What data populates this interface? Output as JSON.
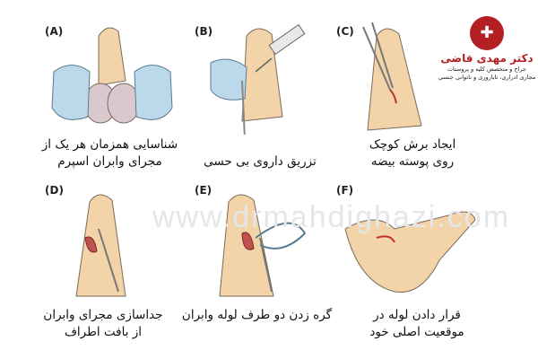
{
  "watermark": "www.drmahdighazi.com",
  "logo": {
    "name": "دکتر مهدی قاضی",
    "line1": "جراح و متخصص کلیه و پروستات",
    "line2": "مجاری ادراری، ناباروری و ناتوانی جنسی",
    "color": "#b32024"
  },
  "panels": [
    {
      "label": "(A)",
      "caption1": "شناسایی همزمان هر یک از",
      "caption2": "مجرای وابران اسپرم"
    },
    {
      "label": "(B)",
      "caption1": "تزریق داروی بی حسی",
      "caption2": ""
    },
    {
      "label": "(C)",
      "caption1": "ایجاد برش کوچک",
      "caption2": "روی پوسته بیضه"
    },
    {
      "label": "(D)",
      "caption1": "جداسازی  مجرای وابران",
      "caption2": "از بافت اطراف"
    },
    {
      "label": "(E)",
      "caption1": "گره زدن دو طرف لوله وابران",
      "caption2": ""
    },
    {
      "label": "(F)",
      "caption1": "قرار دادن لوله در",
      "caption2": "موقعیت اصلی خود"
    }
  ],
  "colors": {
    "skin": "#f3d3a8",
    "glove": "#bcd9ec",
    "outline": "#7a6a5a"
  }
}
